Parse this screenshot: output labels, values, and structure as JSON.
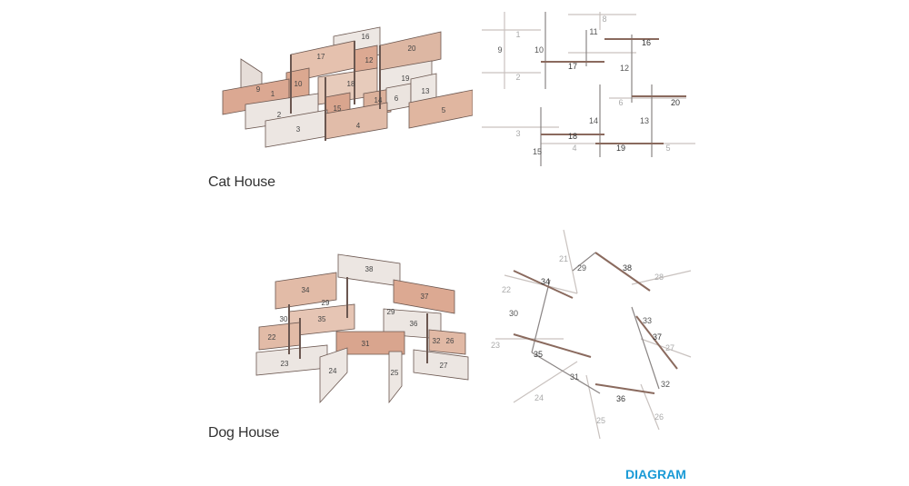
{
  "cat_house": {
    "caption": "Cat House",
    "axo_labels": [
      "1",
      "2",
      "3",
      "4",
      "5",
      "6",
      "9",
      "10",
      "12",
      "13",
      "14",
      "15",
      "16",
      "17",
      "18",
      "19",
      "20"
    ],
    "plan_labels": [
      "1",
      "2",
      "3",
      "4",
      "5",
      "6",
      "8",
      "9",
      "10",
      "11",
      "12",
      "13",
      "14",
      "15",
      "16",
      "17",
      "18",
      "19",
      "20"
    ]
  },
  "dog_house": {
    "caption": "Dog House",
    "axo_labels": [
      "22",
      "23",
      "24",
      "25",
      "26",
      "27",
      "29",
      "30",
      "31",
      "32",
      "34",
      "35",
      "36",
      "37",
      "38"
    ],
    "plan_labels": [
      "21",
      "22",
      "23",
      "24",
      "25",
      "26",
      "27",
      "28",
      "29",
      "30",
      "31",
      "32",
      "33",
      "34",
      "35",
      "36",
      "37",
      "38"
    ]
  },
  "tag": "DIAGRAM",
  "colors": {
    "accent": "#1a9ad6",
    "wood": "#d9a58e",
    "panel": "#ebe4df",
    "plan_dark": "#8a6a5e",
    "plan_light": "#c9c2bf"
  }
}
